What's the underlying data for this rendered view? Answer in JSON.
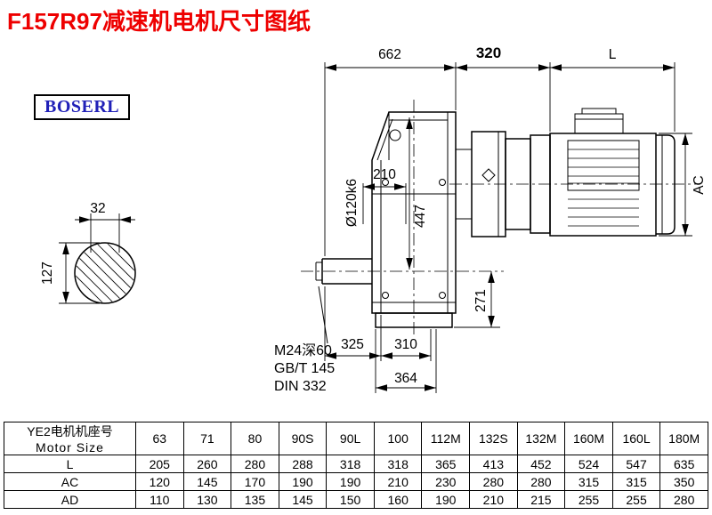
{
  "page": {
    "title": "F157R97减速机电机尺寸图纸",
    "brand": "BOSERL"
  },
  "drawing": {
    "dim_662": "662",
    "dim_320": "320",
    "dim_L": "L",
    "dim_AC": "AC",
    "dim_32": "32",
    "dim_127": "127",
    "dia_label": "Ø120k6",
    "dim_210": "210",
    "dim_447": "447",
    "dim_271": "271",
    "dim_325": "325",
    "dim_310": "310",
    "dim_364": "364",
    "note_line1": "M24深60",
    "note_line2": "GB/T 145",
    "note_line3": "DIN 332"
  },
  "table": {
    "col0_line1": "YE2电机机座号",
    "col0_line2": "Motor Size",
    "sizes": [
      "63",
      "71",
      "80",
      "90S",
      "90L",
      "100",
      "112M",
      "132S",
      "132M",
      "160M",
      "160L",
      "180M"
    ],
    "rows": [
      {
        "label": "L",
        "values": [
          "205",
          "260",
          "280",
          "288",
          "318",
          "318",
          "365",
          "413",
          "452",
          "524",
          "547",
          "635"
        ]
      },
      {
        "label": "AC",
        "values": [
          "120",
          "145",
          "170",
          "190",
          "190",
          "210",
          "230",
          "280",
          "280",
          "315",
          "315",
          "350"
        ]
      },
      {
        "label": "AD",
        "values": [
          "110",
          "130",
          "135",
          "145",
          "150",
          "160",
          "190",
          "210",
          "215",
          "255",
          "255",
          "280"
        ]
      }
    ]
  }
}
